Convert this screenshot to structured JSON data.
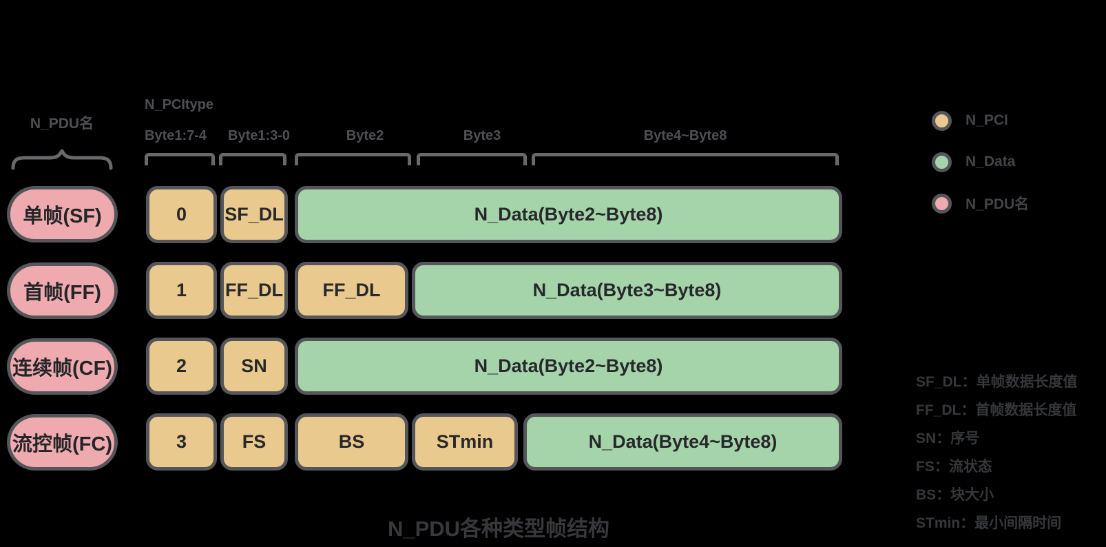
{
  "header": {
    "n_pdu_label": "N_PDU名",
    "n_pcitype_label": "N_PCItype",
    "byte_labels": [
      "Byte1:7-4",
      "Byte1:3-0",
      "Byte2",
      "Byte3",
      "Byte4~Byte8"
    ]
  },
  "rows": [
    {
      "name": "单帧(SF)",
      "boxes": [
        {
          "label": "0"
        },
        {
          "label": "SF_DL"
        },
        {
          "label": "N_Data(Byte2~Byte8)"
        }
      ]
    },
    {
      "name": "首帧(FF)",
      "boxes": [
        {
          "label": "1"
        },
        {
          "label": "FF_DL"
        },
        {
          "label": "FF_DL"
        },
        {
          "label": "N_Data(Byte3~Byte8)"
        }
      ]
    },
    {
      "name": "连续帧(CF)",
      "boxes": [
        {
          "label": "2"
        },
        {
          "label": "SN"
        },
        {
          "label": "N_Data(Byte2~Byte8)"
        }
      ]
    },
    {
      "name": "流控帧(FC)",
      "boxes": [
        {
          "label": "3"
        },
        {
          "label": "FS"
        },
        {
          "label": "BS"
        },
        {
          "label": "STmin"
        },
        {
          "label": "N_Data(Byte4~Byte8)"
        }
      ]
    }
  ],
  "legend": [
    {
      "label": "N_PCI",
      "color": "#e9c98e"
    },
    {
      "label": "N_Data",
      "color": "#a5d4ab"
    },
    {
      "label": "N_PDU名",
      "color": "#eeaaae"
    }
  ],
  "notes": [
    "SF_DL：单帧数据长度值",
    "FF_DL：首帧数据长度值",
    "SN：序号",
    "FS：流状态",
    "BS：块大小",
    "STmin：最小间隔时间"
  ],
  "title": "N_PDU各种类型帧结构",
  "colors": {
    "background": "#000000",
    "n_pci_fill": "#e9c98e",
    "n_data_fill": "#a5d4ab",
    "n_pdu_fill": "#eeaaae",
    "box_border": "#55565a",
    "line_gray": "#69696b",
    "header_text": "#4e4f53",
    "note_text": "#36373a"
  }
}
